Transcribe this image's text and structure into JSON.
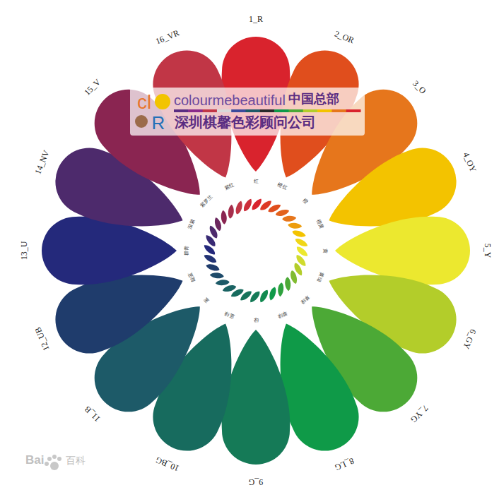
{
  "diagram": {
    "labels": [
      "1_R",
      "2_OR",
      "3_O",
      "4_OY",
      "5_Y",
      "6_GY",
      "7_YG",
      "8_LG",
      "9_G",
      "10_BG",
      "11_B",
      "12_UB",
      "13_U",
      "14_NV",
      "15_V",
      "16_VR",
      "红",
      "橙红",
      "橙",
      "橙黄",
      "黄",
      "黄绿",
      "草绿",
      "翠绿",
      "绿",
      "蓝绿",
      "蓝",
      "靛蓝",
      "群青",
      "深紫",
      "紫罗兰",
      "紫红",
      "cl",
      "R",
      "colourmebeautiful",
      "中国总部",
      "深圳棋馨色彩顾问公司",
      "Bai",
      "百科"
    ]
  }
}
